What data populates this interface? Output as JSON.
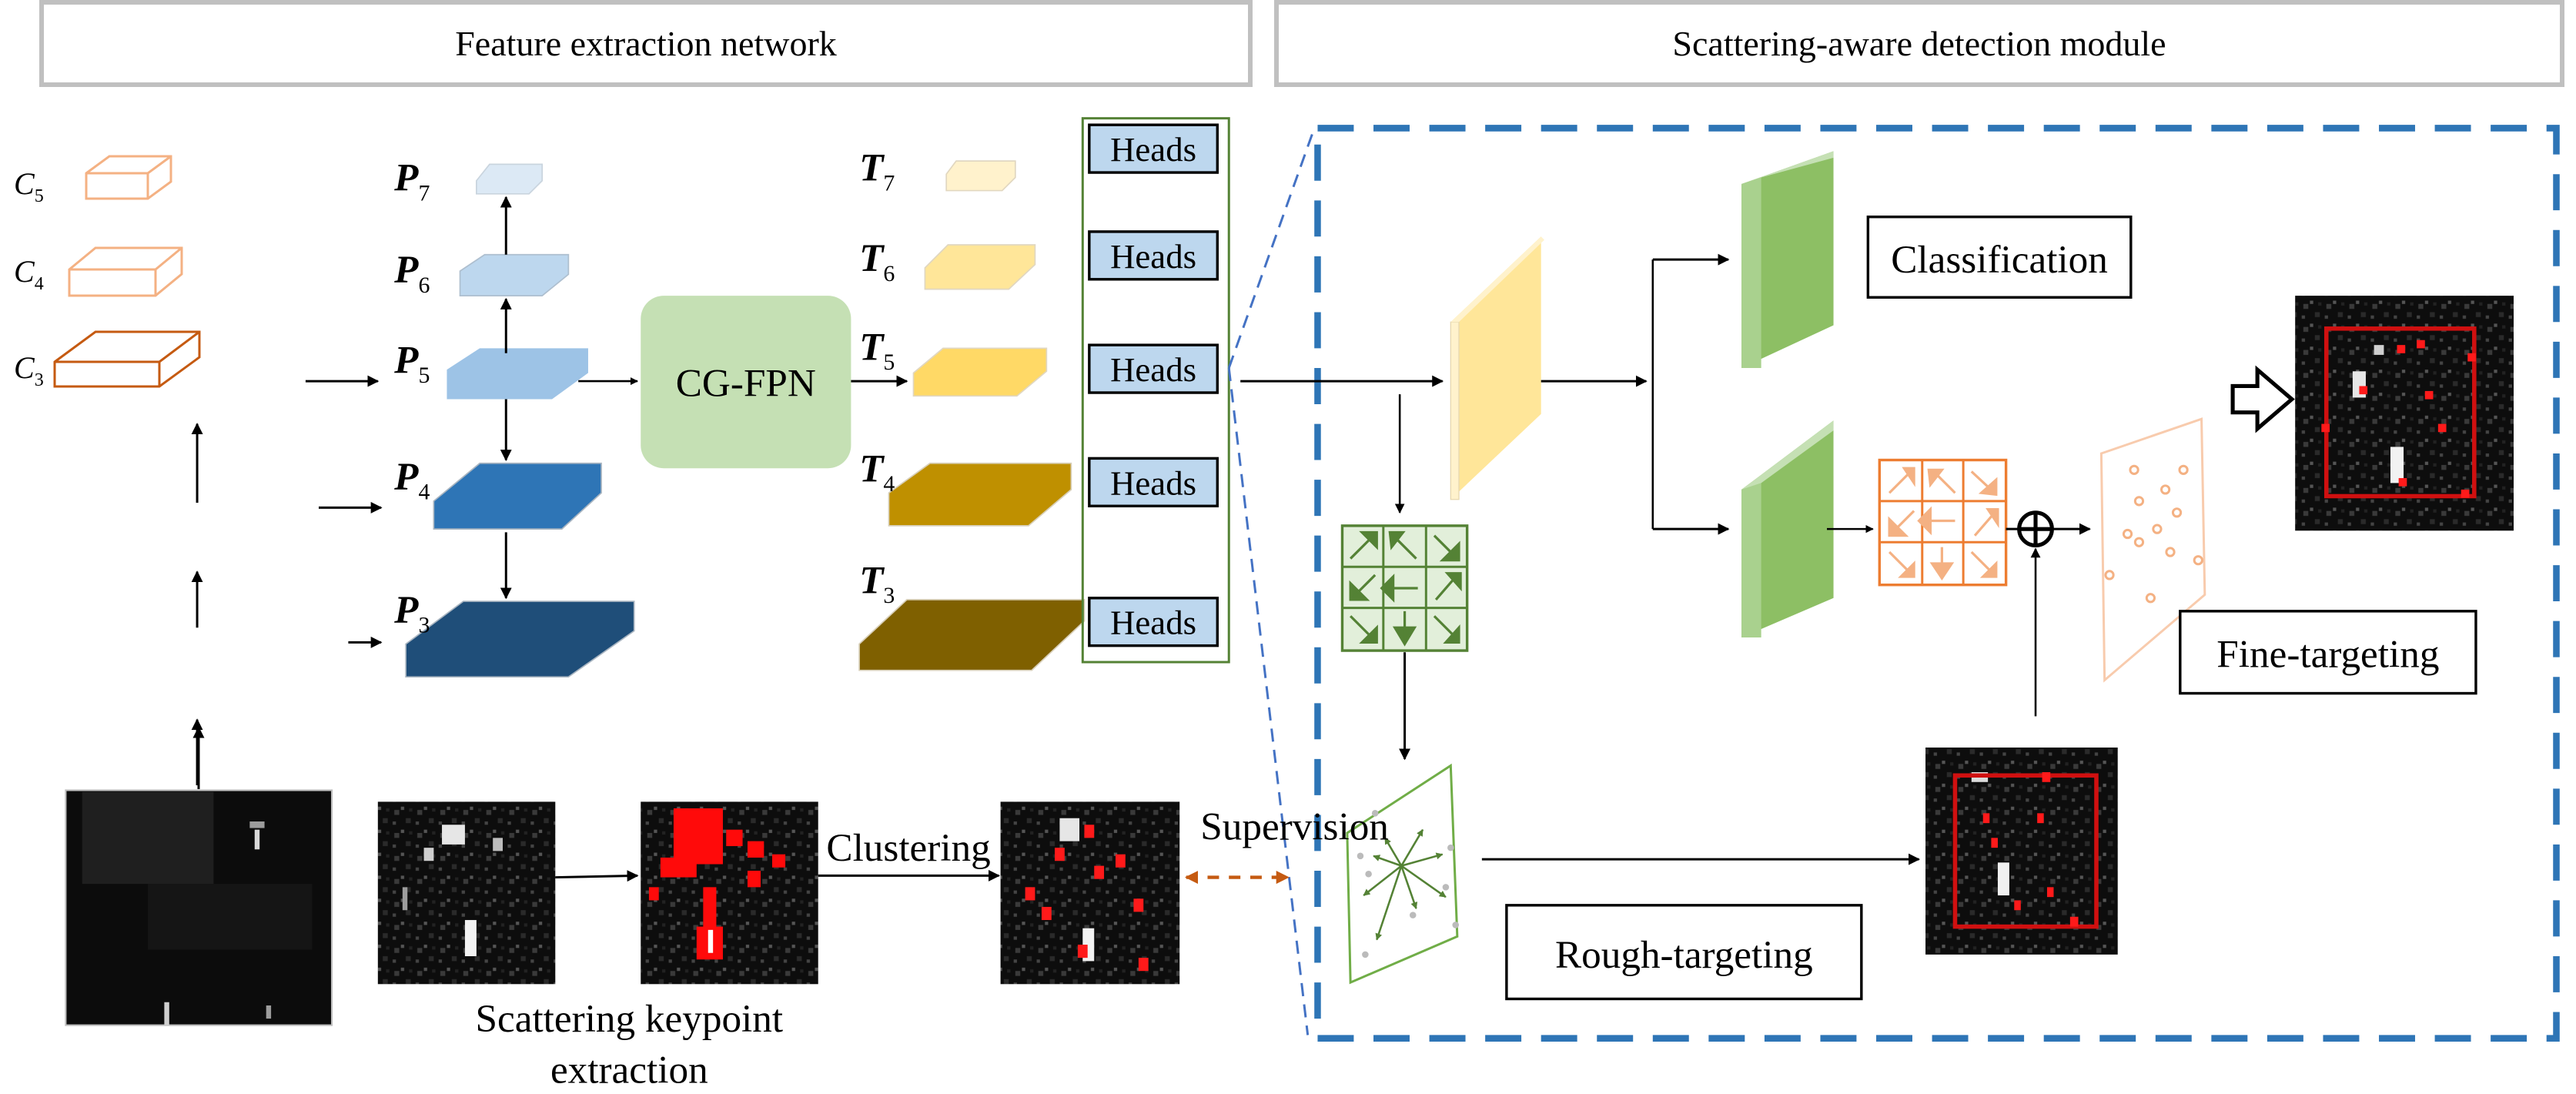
{
  "headers": {
    "left": "Feature extraction network",
    "right": "Scattering-aware detection module"
  },
  "backbone": {
    "levels": [
      {
        "base": "C",
        "sub": "5"
      },
      {
        "base": "C",
        "sub": "4"
      },
      {
        "base": "C",
        "sub": "3"
      }
    ]
  },
  "pyramid": {
    "levels": [
      {
        "base": "P",
        "sub": "7"
      },
      {
        "base": "P",
        "sub": "6"
      },
      {
        "base": "P",
        "sub": "5"
      },
      {
        "base": "P",
        "sub": "4"
      },
      {
        "base": "P",
        "sub": "3"
      }
    ]
  },
  "fpn_block": {
    "label": "CG-FPN"
  },
  "outputs": {
    "levels": [
      {
        "base": "T",
        "sub": "7"
      },
      {
        "base": "T",
        "sub": "6"
      },
      {
        "base": "T",
        "sub": "5"
      },
      {
        "base": "T",
        "sub": "4"
      },
      {
        "base": "T",
        "sub": "3"
      }
    ]
  },
  "heads": [
    "Heads",
    "Heads",
    "Heads",
    "Heads",
    "Heads"
  ],
  "detection": {
    "classification": "Classification",
    "fine_targeting": "Fine-targeting",
    "rough_targeting": "Rough-targeting",
    "supervision": "Supervision"
  },
  "keypoint_pipeline": {
    "clustering": "Clustering",
    "caption_line1": "Scattering keypoint",
    "caption_line2": "extraction"
  },
  "colors": {
    "header_border": "#c0c0c0",
    "module_dashed": "#2e75b6",
    "backbone_c3": "#c55a11",
    "backbone_c45": "#f4b183",
    "p7": "#dce9f5",
    "p6": "#bdd7ee",
    "p5": "#9dc3e6",
    "p4": "#2e75b6",
    "p3": "#1f4e79",
    "fpn_fill": "#c5e0b4",
    "t7": "#fff2cc",
    "t6": "#ffe699",
    "t5": "#ffd966",
    "t4": "#bf9000",
    "t3": "#7f6000",
    "heads_fill": "#bdd7ee",
    "heads_column": "#548235",
    "offset_green": "#548235",
    "offset_orange": "#f4b183",
    "supervision": "#c55a11",
    "keypoint_red": "#ff0000"
  }
}
